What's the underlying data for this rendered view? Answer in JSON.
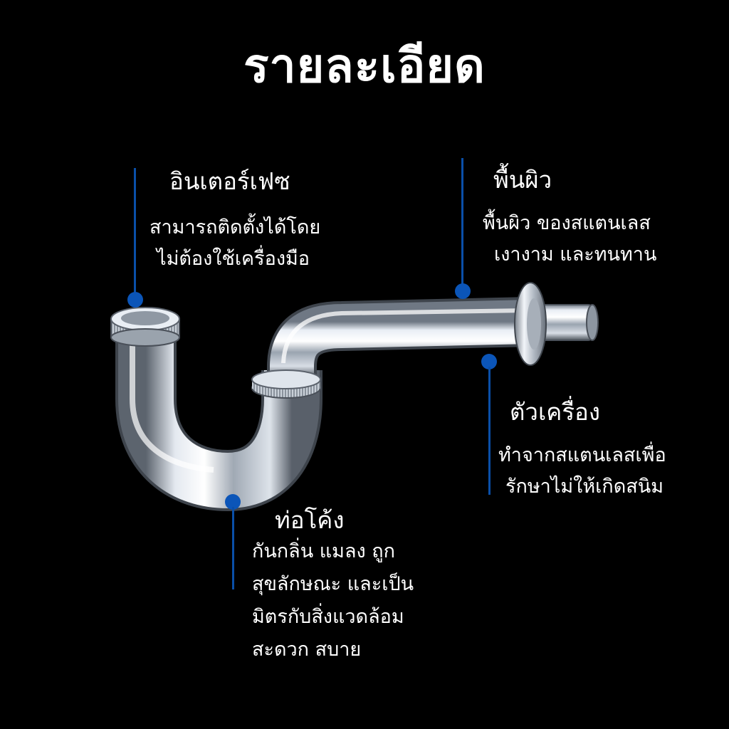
{
  "title": "รายละเอียด",
  "accent_color": "#0b55b8",
  "features": {
    "interface": {
      "heading": "อินเตอร์เฟซ",
      "lines": [
        "สามารถติดตั้งได้โดย",
        "ไม่ต้องใช้เครื่องมือ"
      ]
    },
    "surface": {
      "heading": "พื้นผิว",
      "lines": [
        "พื้นผิว ของสแตนเลส",
        "เงางาม และทนทาน"
      ]
    },
    "body": {
      "heading": "ตัวเครื่อง",
      "lines": [
        "ทำจากสแตนเลสเพื่อ",
        "รักษาไม่ให้เกิดสนิม"
      ]
    },
    "bend": {
      "heading": "ท่อโค้ง",
      "lines": [
        "กันกลิ่น แมลง ถูก",
        "สุขลักษณะ และเป็น",
        "มิตรกับสิ่งแวดล้อม",
        "สะดวก สบาย"
      ]
    }
  }
}
